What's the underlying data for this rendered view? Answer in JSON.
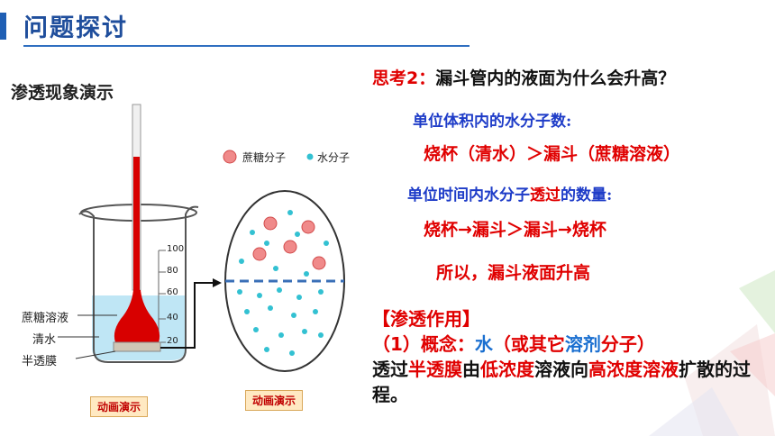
{
  "header": {
    "title": "问题探讨"
  },
  "demo": {
    "subtitle": "渗透现象演示",
    "legend": {
      "sucrose": "蔗糖分子",
      "water": "水分子"
    },
    "labels": {
      "sucrose_solution": "蔗糖溶液",
      "water": "清水",
      "membrane": "半透膜"
    },
    "scale": [
      "100",
      "80",
      "60",
      "40",
      "20"
    ],
    "animation_button_left": "动画演示",
    "animation_button_right": "动画演示"
  },
  "question": {
    "prefix": "思考2：",
    "text": "漏斗管内的液面为什么会升高？",
    "line1": "单位体积内的水分子数:",
    "line2": "烧杯（清水）＞漏斗（蔗糖溶液）",
    "line3_a": "单位时间内水分子",
    "line3_b": "透过",
    "line3_c": "的数量:",
    "line4": "烧杯→漏斗＞漏斗→烧杯",
    "line5": "所以，漏斗液面升高"
  },
  "concept": {
    "heading": "【渗透作用】",
    "p1": "（1）概念：",
    "p2": "水",
    "p3": "（或其它",
    "p4": "溶剂",
    "p5": "分子）",
    "p6": "透过",
    "p7": "半透膜",
    "p8": "由",
    "p9": "低浓度",
    "p10": "溶液向",
    "p11": "高浓度溶液",
    "p12": "扩散的过程。"
  },
  "colors": {
    "accent": "#1f4e9c",
    "red": "#e00000",
    "blue": "#1e3cc8"
  }
}
